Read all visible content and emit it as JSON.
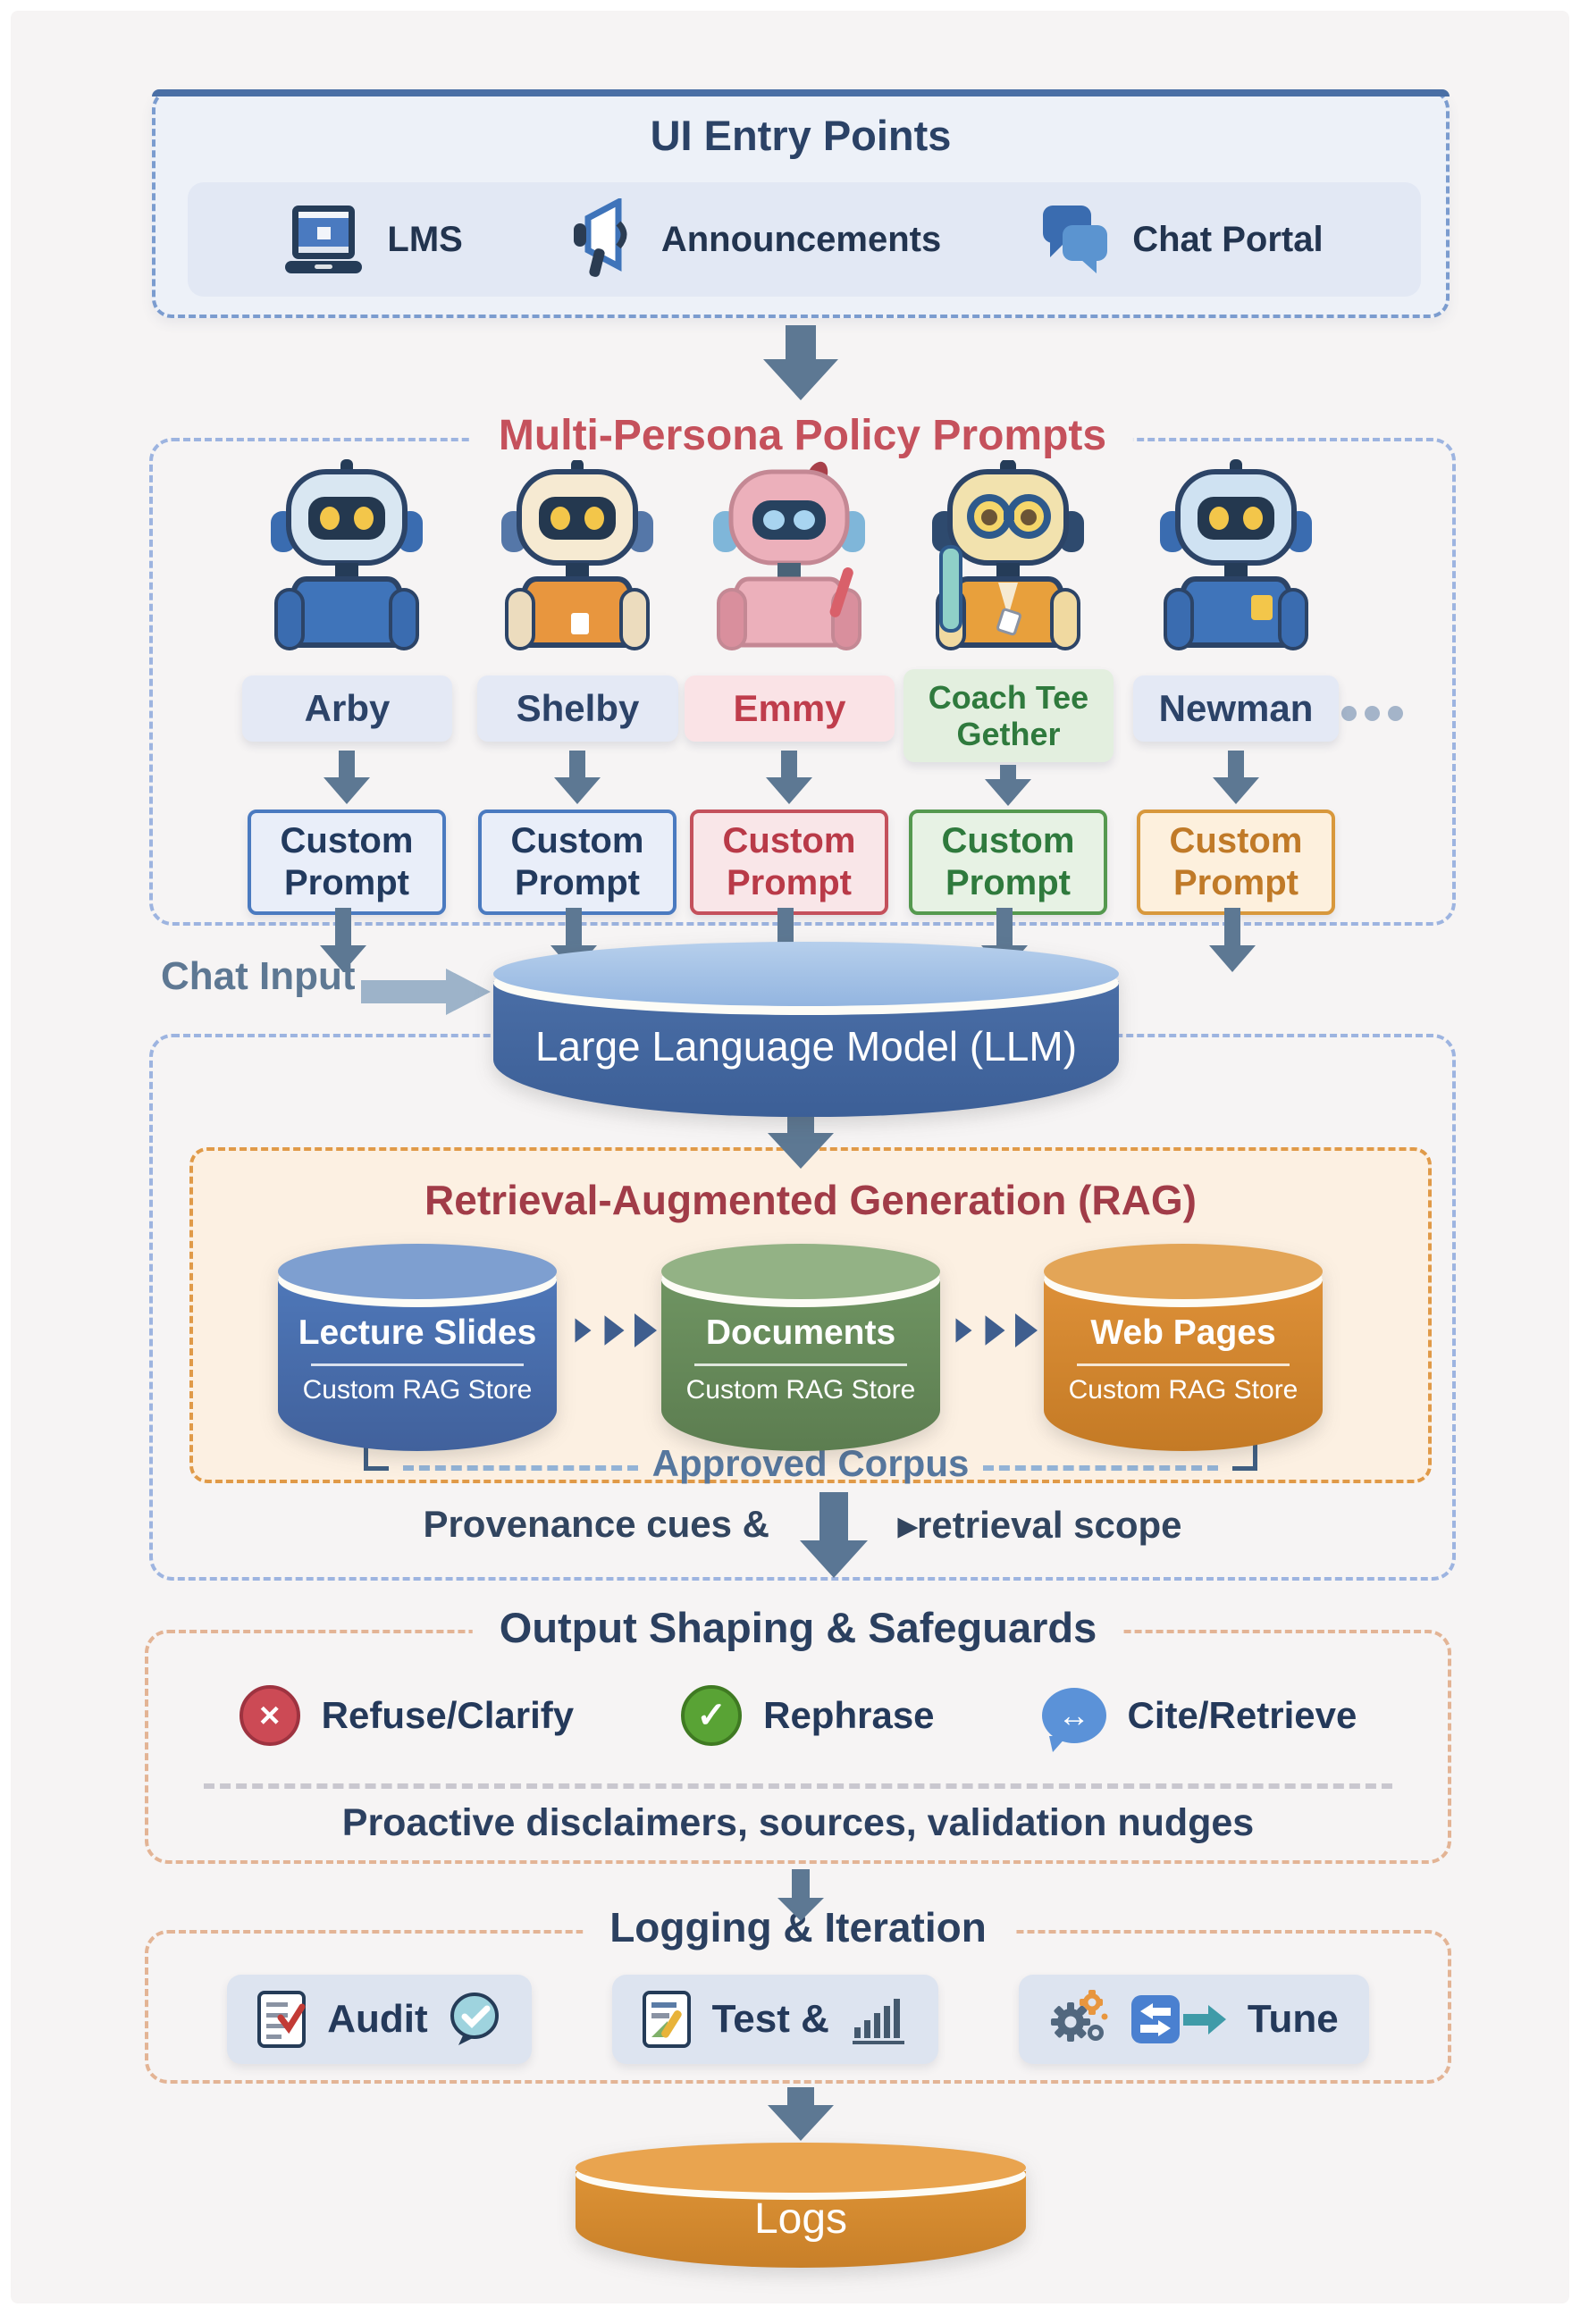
{
  "diagram": {
    "entry": {
      "title": "UI Entry Points",
      "items": [
        {
          "label": "LMS",
          "icon": "laptop-icon"
        },
        {
          "label": "Announcements",
          "icon": "megaphone-icon"
        },
        {
          "label": "Chat Portal",
          "icon": "chat-bubbles-icon"
        }
      ]
    },
    "personas": {
      "title": "Multi-Persona Policy Prompts",
      "more_personas_indicator": "...",
      "robots": [
        {
          "name": "Arby",
          "prompt": "Custom Prompt",
          "theme": "blue"
        },
        {
          "name": "Shelby",
          "prompt": "Custom Prompt",
          "theme": "blue"
        },
        {
          "name": "Emmy",
          "prompt": "Custom Prompt",
          "theme": "pink"
        },
        {
          "name": "Coach Tee Gether",
          "prompt": "Custom Prompt",
          "theme": "green"
        },
        {
          "name": "Newman",
          "prompt": "Custom Prompt",
          "theme": "orange"
        }
      ]
    },
    "chat_input_label": "Chat Input",
    "llm_label": "Large Language Model (LLM)",
    "rag": {
      "title": "Retrieval-Augmented Generation (RAG)",
      "stores": [
        {
          "name": "Lecture Slides",
          "sub": "Custom RAG Store",
          "color": "#4a72b4"
        },
        {
          "name": "Documents",
          "sub": "Custom RAG Store",
          "color": "#6b8f5f"
        },
        {
          "name": "Web Pages",
          "sub": "Custom RAG Store",
          "color": "#d8892f"
        }
      ],
      "corpus_label": "Approved Corpus"
    },
    "provenance": {
      "left": "Provenance cues &",
      "right": "▸retrieval scope"
    },
    "output": {
      "title": "Output Shaping & Safeguards",
      "actions": [
        {
          "label": "Refuse/Clarify",
          "icon": "cross-circle-icon",
          "color": "#cc4a55"
        },
        {
          "label": "Rephrase",
          "icon": "check-circle-icon",
          "color": "#59a335"
        },
        {
          "label": "Cite/Retrieve",
          "icon": "chat-arrows-icon",
          "color": "#5b92d8"
        }
      ],
      "icon_glyphs": {
        "cross": "×",
        "check": "✓",
        "arrows": "↔"
      },
      "note": "Proactive disclaimers, sources, validation nudges"
    },
    "logging": {
      "title": "Logging & Iteration",
      "items": [
        {
          "label": "Audit",
          "icons": [
            "checklist-icon",
            "audit-bubble-icon"
          ]
        },
        {
          "label": "Test &",
          "icons": [
            "test-doc-icon",
            "bar-chart-icon"
          ]
        },
        {
          "label": "Tune",
          "icons": [
            "gears-icon",
            "sync-arrows-icon"
          ]
        }
      ]
    },
    "logs_label": "Logs",
    "colors": {
      "canvas_bg": "#f6f4f4",
      "navy_text": "#2b4266",
      "persona_title_red": "#c5515c",
      "rag_title_red": "#a13c48",
      "arrow_slate": "#5d7893",
      "chat_arrow_blue": "#9db3c9",
      "llm_body_blue": "#41659d",
      "logs_orange": "#cf8429",
      "entry_border_blue": "#4a6fa5",
      "dashed_blue": "#9db4e0",
      "rag_border_orange": "#e09a48",
      "section_border_peach": "#e3b495"
    }
  }
}
